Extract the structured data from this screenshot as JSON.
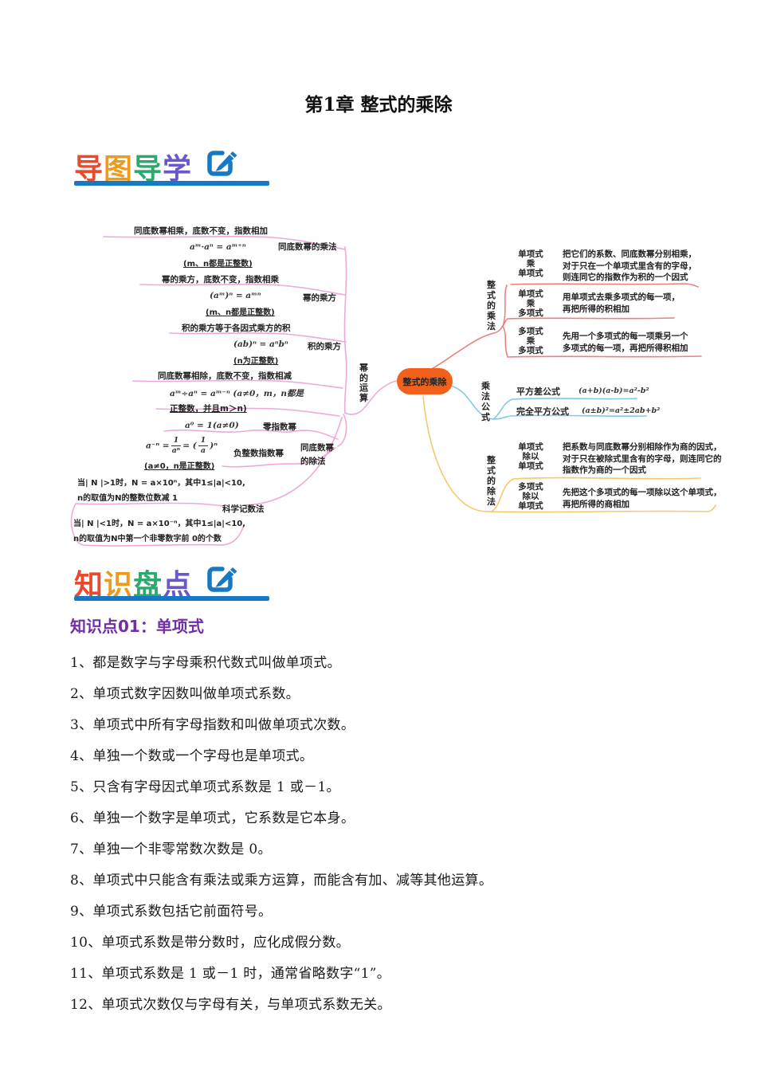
{
  "page": {
    "title": "第1章 整式的乘除"
  },
  "headers": {
    "mindmap": "导图导学",
    "knowledge": "知识盘点"
  },
  "colors": {
    "header_underline": "#1779c4",
    "header_gradient": [
      "#e84a2e",
      "#f09a1c",
      "#2fa86e",
      "#6a58c6"
    ],
    "root_fill": "#f2611c",
    "power_branch": "#efa9d8",
    "multiply_branch": "#e8827f",
    "formula_branch": "#85c8e8",
    "divide_branch": "#f4c96e",
    "knowledge_heading": "#7030a0"
  },
  "mindmap": {
    "root": "整式的乘除",
    "power": {
      "branch_label": "幂的运算",
      "mul_same_base": {
        "note": "同底数幂相乘，底数不变，指数相加",
        "formula": "aᵐ·aⁿ = aᵐ⁺ⁿ",
        "cond": "(m、n都是正整数)",
        "label": "同底数幂的乘法"
      },
      "power_of_power": {
        "note": "幂的乘方，底数不变，指数相乘",
        "formula": "(aᵐ)ⁿ = aᵐⁿ",
        "cond": "(m、n都是正整数)",
        "label": "幂的乘方"
      },
      "power_of_product": {
        "note": "积的乘方等于各因式乘方的积",
        "formula": "(ab)ⁿ = aⁿbⁿ",
        "cond": "(n为正整数)",
        "label": "积的乘方"
      },
      "div_same_base": {
        "note": "同底数幂相除，底数不变，指数相减",
        "formula_line1": "aᵐ÷aⁿ = aᵐ⁻ⁿ (a≠0，m，n都是",
        "formula_line2": "正整数，并且m＞n)"
      },
      "zero_exp": {
        "formula": "a⁰ = 1(a≠0)",
        "label": "零指数幂"
      },
      "neg_exp": {
        "lhs": "a⁻ⁿ =",
        "f1num": "1",
        "f1den": "aⁿ",
        "eq": "= (",
        "f2num": "1",
        "f2den": "a",
        "close": ")ⁿ",
        "cond": "(a≠0，n是正整数)",
        "label": "负整数指数幂"
      },
      "division_group_label": "同底数幂\n的除法",
      "scientific": {
        "label": "科学记数法",
        "big_line1": "当| N |>1时，N = a×10ⁿ，其中1≤|a|<10,",
        "big_line2": "n的取值为N的整数位数减 1",
        "small_line1": "当| N |<1时，N = a×10⁻ⁿ，其中1≤|a|<10,",
        "small_line2": "n的取值为N中第一个非零数字前 0的个数"
      }
    },
    "multiply": {
      "branch_label": "整式的乘法",
      "items": [
        {
          "head": "单项式\n乘\n单项式",
          "desc": "把它们的系数、同底数幂分别相乘，\n对于只在一个单项式里含有的字母，\n则连同它的指数作为积的一个因式"
        },
        {
          "head": "单项式\n乘\n多项式",
          "desc": "用单项式去乘多项式的每一项，\n再把所得的积相加"
        },
        {
          "head": "多项式\n乘\n多项式",
          "desc": "先用一个多项式的每一项乘另一个\n多项式的每一项，再把所得积相加"
        }
      ]
    },
    "mul_formulas": {
      "branch_label": "乘法公式",
      "items": [
        {
          "name": "平方差公式",
          "formula": "(a+b)(a-b)=a²-b²"
        },
        {
          "name": "完全平方公式",
          "formula": "(a±b)²=a²±2ab+b²"
        }
      ]
    },
    "divide": {
      "branch_label": "整式的除法",
      "items": [
        {
          "head": "单项式\n除以\n单项式",
          "desc": "把系数与同底数幂分别相除作为商的因式，\n对于只在被除式里含有的字母，则连同它的\n指数作为商的一个因式"
        },
        {
          "head": "多项式\n除以\n单项式",
          "desc": "先把这个多项式的每一项除以这个单项式，\n再把所得的商相加"
        }
      ]
    }
  },
  "knowledge": {
    "heading": "知识点01：单项式",
    "items": [
      "1、都是数字与字母乘积代数式叫做单项式。",
      "2、单项式数字因数叫做单项式系数。",
      "3、单项式中所有字母指数和叫做单项式次数。",
      "4、单独一个数或一个字母也是单项式。",
      "5、只含有字母因式单项式系数是 1 或－1。",
      "6、单独一个数字是单项式，它系数是它本身。",
      "7、单独一个非零常数次数是 0。",
      "8、单项式中只能含有乘法或乘方运算，而能含有加、减等其他运算。",
      "9、单项式系数包括它前面符号。",
      "10、单项式系数是带分数时，应化成假分数。",
      "11、单项式系数是 1 或－1 时，通常省略数字“1”。",
      "12、单项式次数仅与字母有关，与单项式系数无关。"
    ]
  }
}
